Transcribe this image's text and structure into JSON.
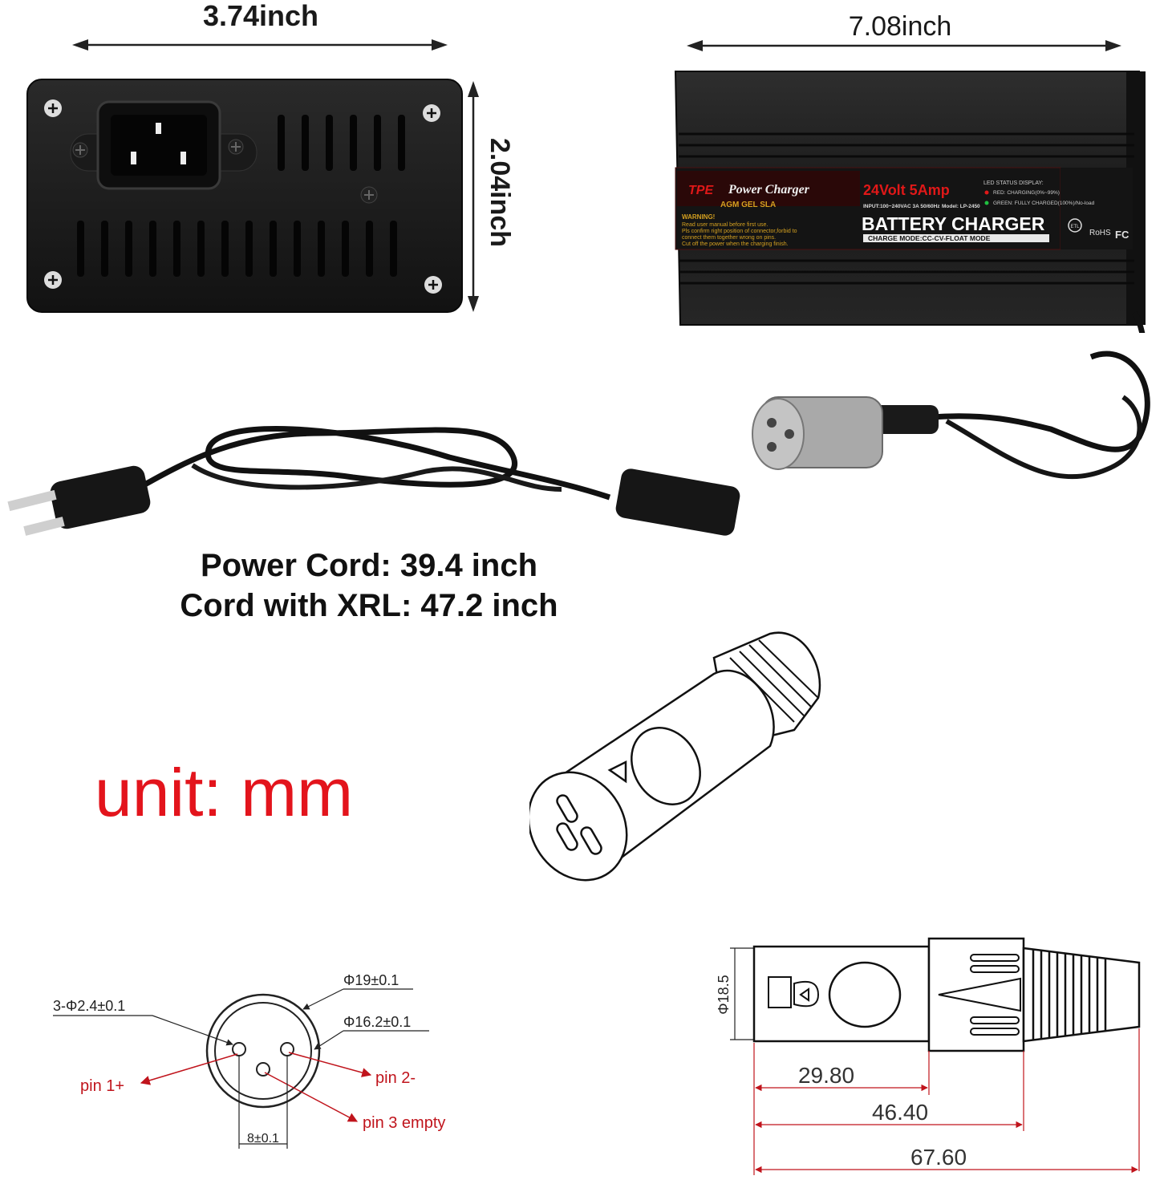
{
  "dims": {
    "width_label": "3.74inch",
    "length_label": "7.08inch",
    "height_label": "2.04inch"
  },
  "charger_label": {
    "brand_mark": "TPE",
    "brand_name": "Power Charger",
    "chemistry": "AGM  GEL  SLA",
    "rating": "24Volt 5Amp",
    "input_line": "INPUT:100~240VAC 3A 50/60Hz",
    "model_line": "Model: LP-2450",
    "title": "BATTERY CHARGER",
    "charge_mode": "CHARGE MODE:CC-CV-FLOAT MODE",
    "warning_title": "WARNING!",
    "warnings": [
      "Read user manual before first use.",
      "Pls confirm right position of connector,forbid to",
      "connect them together wrong on pins.",
      "Cut off the power when the charging finish."
    ],
    "led_title": "LED STATUS DISPLAY:",
    "led_red": "RED: CHARGING(0%~99%)",
    "led_green": "GREEN: FULLY CHARGED(100%)/No-load",
    "rohs": "RoHS",
    "fc": "FC",
    "colors": {
      "red": "#e01818",
      "gold": "#d4a020",
      "body": "#1c1c1c"
    }
  },
  "cord": {
    "power_cord": "Power Cord: 39.4 inch",
    "xlr_cord": "Cord with XRL: 47.2 inch"
  },
  "unit": "unit: mm",
  "pin_diagram": {
    "outer_dia": "Φ19±0.1",
    "inner_dia": "Φ16.2±0.1",
    "pin_dia": "3-Φ2.4±0.1",
    "spacing": "8±0.1",
    "pin1": "pin 1+",
    "pin2": "pin 2-",
    "pin3": "pin 3 empty",
    "arrow_color": "#c0141c"
  },
  "side_diagram": {
    "dia": "Φ18.5",
    "len1": "29.80",
    "len2": "46.40",
    "len3": "67.60",
    "dim_color": "#c0141c"
  }
}
